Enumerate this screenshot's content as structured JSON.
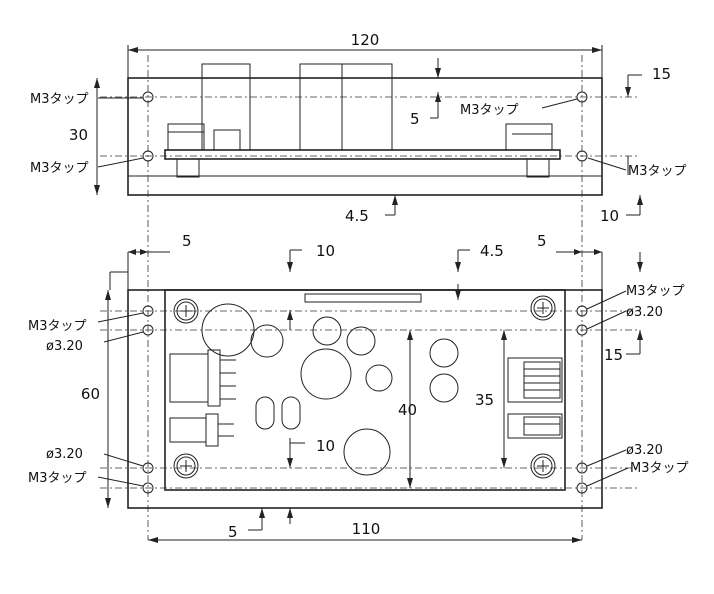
{
  "dimensions": {
    "top_width": "120",
    "top_height": "30",
    "top_hole_from_top": "15",
    "top_hole_from_bottom": "10",
    "top_board_gap": "5",
    "top_board_thickness": "4.5",
    "bottom_margin_left": "5",
    "bottom_margin_right": "5",
    "bottom_top_offset_left": "10",
    "bottom_top_offset_right": "4.5",
    "bottom_height": "60",
    "bottom_hole_from_top": "15",
    "bottom_inner_height": "40",
    "bottom_hole_spacing": "35",
    "bottom_lower_offset": "10",
    "bottom_foot_offset": "5",
    "bottom_width": "110"
  },
  "labels": {
    "m3_tap": "M3タップ",
    "hole_dia": "ø3.20"
  }
}
